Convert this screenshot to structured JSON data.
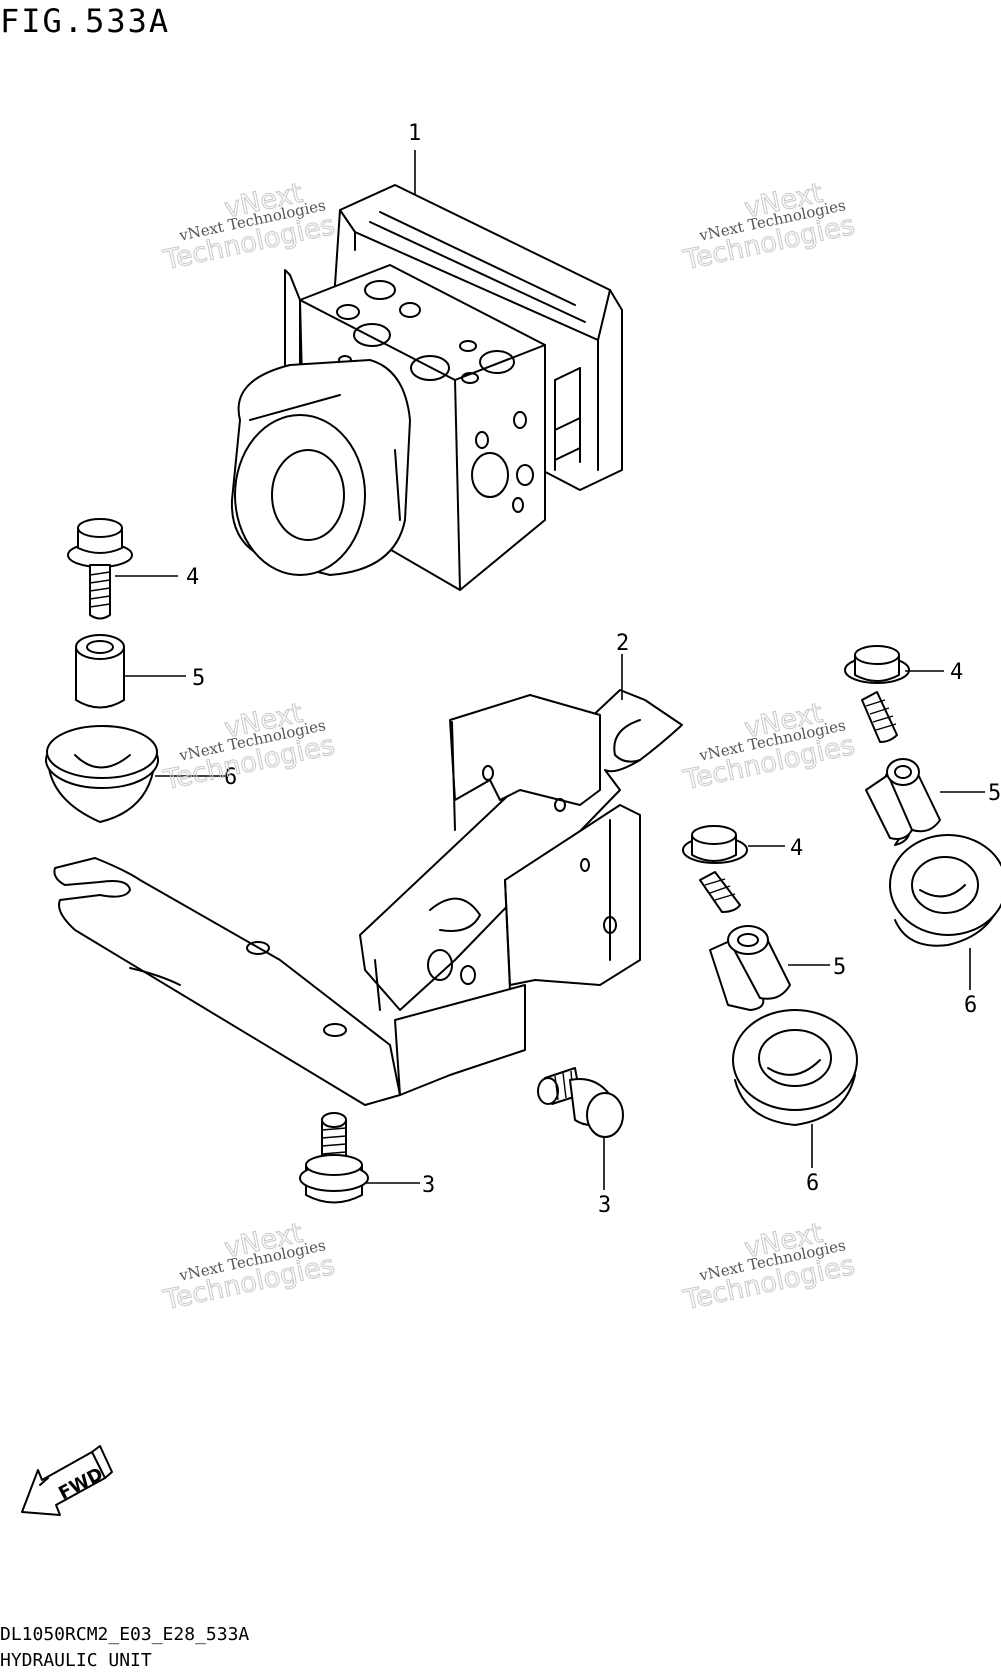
{
  "header": {
    "figure_label": "FIG.533A"
  },
  "footer": {
    "model_code": "DL1050RCM2_E03_E28_533A",
    "section_title": "HYDRAULIC UNIT"
  },
  "watermark": {
    "line1": "vNext Technologies",
    "line2": "vNext",
    "line3": "Technologies"
  },
  "callouts": {
    "hydraulic_unit": "1",
    "bracket": "2",
    "bolt_lower_left": "3",
    "bolt_lower_center": "3",
    "bolt_upper_left": "4",
    "bolt_upper_right": "4",
    "bolt_middle_right": "4",
    "spacer_upper_left": "5",
    "spacer_upper_right": "5",
    "spacer_middle_right": "5",
    "cushion_left": "6",
    "cushion_right": "6",
    "cushion_lower_right": "6"
  },
  "fwd_arrow": {
    "label": "FWD"
  },
  "colors": {
    "line": "#000000",
    "background": "#ffffff",
    "watermark": "#c8c8c8"
  }
}
